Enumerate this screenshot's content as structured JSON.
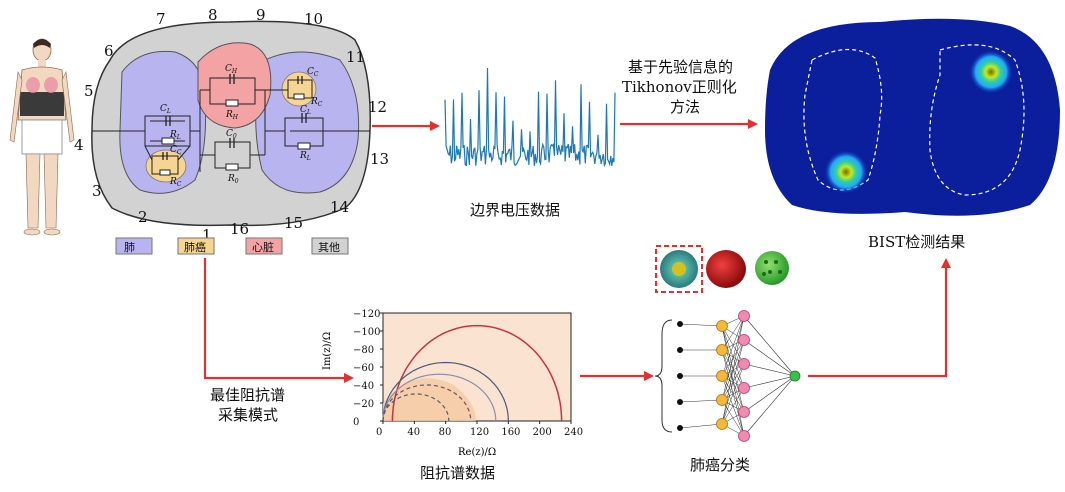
{
  "thorax": {
    "electrodes": [
      "1",
      "2",
      "3",
      "4",
      "5",
      "6",
      "7",
      "8",
      "9",
      "10",
      "11",
      "12",
      "13",
      "14",
      "15",
      "16"
    ],
    "components": {
      "heart_c": "C",
      "heart_c_sub": "H",
      "heart_r": "R",
      "heart_r_sub": "H",
      "lung_c": "C",
      "lung_c_sub": "L",
      "lung_r": "R",
      "lung_r_sub": "L",
      "cancer_c": "C",
      "cancer_c_sub": "C",
      "cancer_r": "R",
      "cancer_r_sub": "C",
      "other_c": "C",
      "other_c_sub": "0",
      "other_r": "R",
      "other_r_sub": "0"
    }
  },
  "legend": [
    {
      "label": "肺",
      "color": "#b8b4ef"
    },
    {
      "label": "肺癌",
      "color": "#f6d592"
    },
    {
      "label": "心脏",
      "color": "#f3a3a3"
    },
    {
      "label": "其他",
      "color": "#d2d2d2"
    }
  ],
  "labels": {
    "boundary_voltage": "边界电压数据",
    "method_line1": "基于先验信息的",
    "method_line2": "Tikhonov正则化",
    "method_line3": "方法",
    "bist_result": "BIST检测结果",
    "optimal_line1": "最佳阻抗谱",
    "optimal_line2": "采集模式",
    "impedance_data": "阻抗谱数据",
    "classification": "肺癌分类"
  },
  "chart_data": {
    "type": "line",
    "xlabel": "Re(z)/Ω",
    "ylabel": "Im(z)/Ω",
    "xlim": [
      0,
      240
    ],
    "ylim": [
      -120,
      0
    ],
    "x_ticks": [
      "0",
      "40",
      "80",
      "120",
      "160",
      "200",
      "240"
    ],
    "y_ticks": [
      "−120",
      "−100",
      "−80",
      "−60",
      "−40",
      "−20",
      "0"
    ],
    "series": [
      {
        "color": "#c8343c",
        "center": 120,
        "radius": 108,
        "ymin": -106
      },
      {
        "color": "#4a5a7c",
        "center": 80,
        "radius": 80,
        "ymin": -65
      },
      {
        "color": "#8a8ea8",
        "center": 72,
        "radius": 72,
        "ymin": -52
      },
      {
        "color": "#6a5070",
        "center": 56,
        "radius": 56,
        "ymin": -40
      },
      {
        "color": "#5a5a6a",
        "center": 42,
        "radius": 42,
        "ymin": -30
      }
    ]
  },
  "colors": {
    "arrow": "#e03030",
    "lung": "#b8b4ef",
    "cancer": "#f6d592",
    "heart": "#f3a3a3",
    "body": "#d2d2d2",
    "bist_bg": "#0b1e9c",
    "chart_bg": "#fbe3d2"
  }
}
